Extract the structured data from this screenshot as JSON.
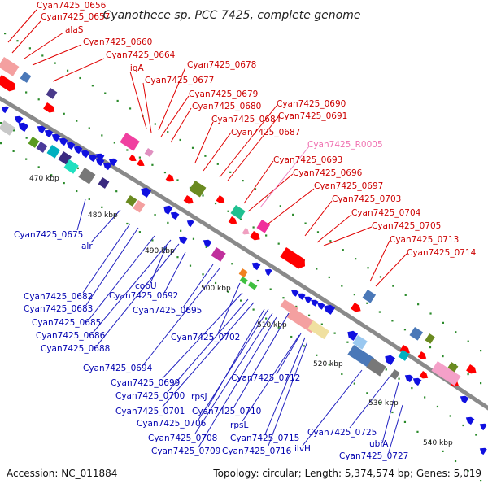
{
  "title": "Cyanothece sp. PCC 7425, complete genome",
  "footer": {
    "accession": "Accession: NC_011884",
    "summary": "Topology: circular; Length: 5,374,574 bp; Genes: 5,019"
  },
  "kbp_ticks": [
    "470 kbp",
    "480 kbp",
    "490 kbp",
    "500 kbp",
    "510 kbp",
    "520 kbp",
    "530 kbp",
    "540 kbp"
  ],
  "labels": {
    "forward": [
      "Cyan7425_0656",
      "Cyan7425_0657",
      "alaS",
      "Cyan7425_0660",
      "Cyan7425_0664",
      "ligA",
      "Cyan7425_0678",
      "Cyan7425_0677",
      "Cyan7425_0679",
      "Cyan7425_0680",
      "Cyan7425_0690",
      "Cyan7425_0691",
      "Cyan7425_0684",
      "Cyan7425_0687",
      "Cyan7425_0693",
      "Cyan7425_0696",
      "Cyan7425_0697",
      "Cyan7425_0703",
      "Cyan7425_0704",
      "Cyan7425_0705",
      "Cyan7425_0713",
      "Cyan7425_0714"
    ],
    "rna": [
      "Cyan7425_R0005"
    ],
    "reverse": [
      "Cyan7425_0675",
      "alr",
      "Cyan7425_0682",
      "Cyan7425_0683",
      "cobU",
      "Cyan7425_0692",
      "Cyan7425_0685",
      "Cyan7425_0695",
      "Cyan7425_0686",
      "Cyan7425_0688",
      "Cyan7425_0702",
      "Cyan7425_0694",
      "Cyan7425_0712",
      "Cyan7425_0699",
      "Cyan7425_0700",
      "rpsJ",
      "Cyan7425_0701",
      "Cyan7425_0710",
      "Cyan7425_0706",
      "rpsL",
      "Cyan7425_0708",
      "Cyan7425_0715",
      "Cyan7425_0709",
      "Cyan7425_0716",
      "ilvH",
      "Cyan7425_0725",
      "ubiA",
      "Cyan7425_0727"
    ]
  },
  "colors": {
    "forward_label": "#cc0000",
    "reverse_label": "#0000b0",
    "rna_label": "#f070b0",
    "backbone": "#8a8a8a",
    "forward_arrow": "#ff0000",
    "reverse_arrow": "#1010e0",
    "tick": "#2a8a2a"
  }
}
